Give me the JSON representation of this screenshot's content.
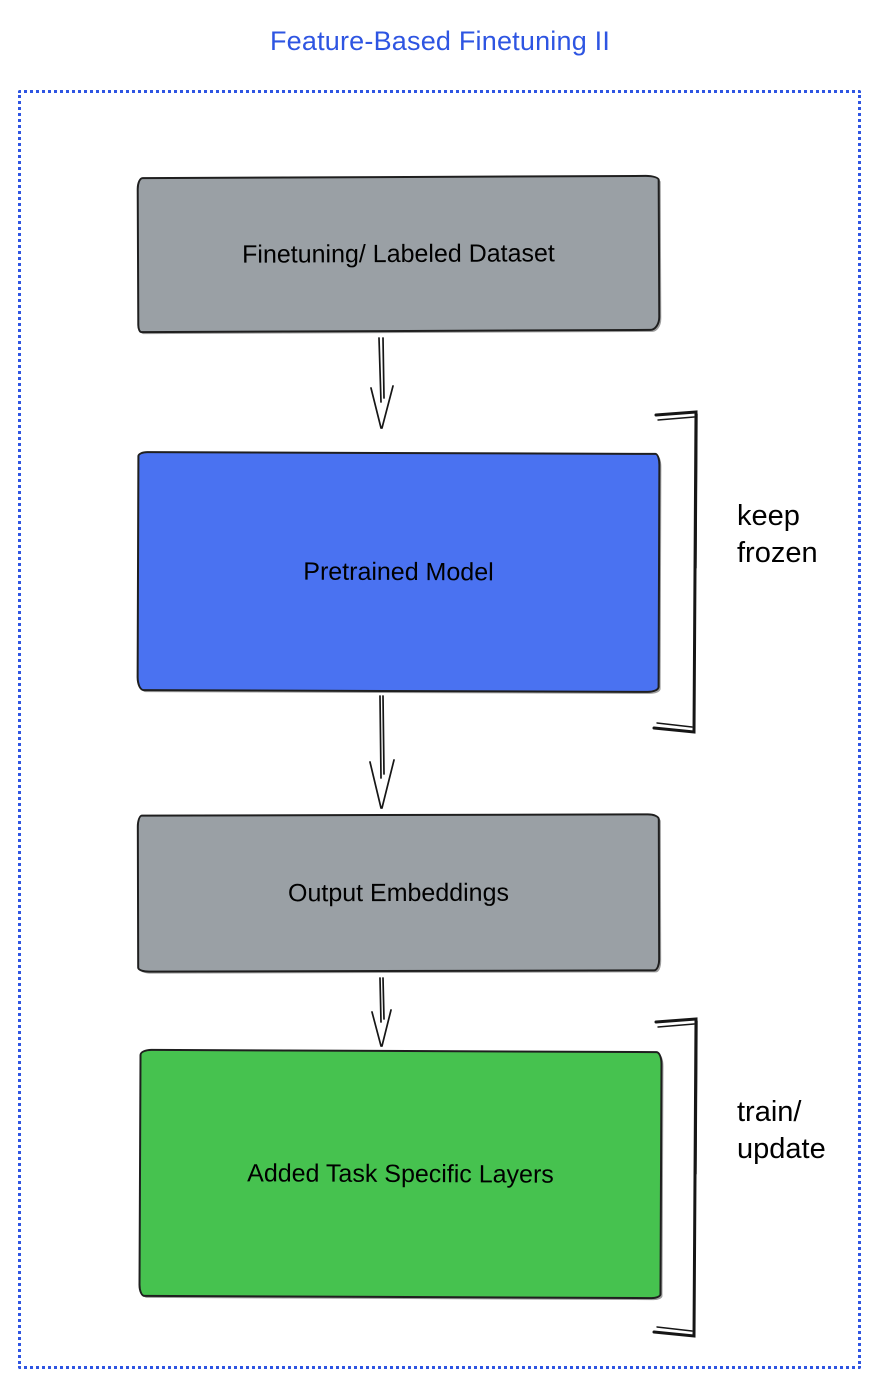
{
  "title": "Feature-Based Finetuning II",
  "colors": {
    "accent": "#2e55e2",
    "ink": "#161616",
    "box_gray": "#9aa0a5",
    "box_blue": "#4a72f1",
    "box_green": "#46c24f",
    "text": "#000000"
  },
  "boxes": {
    "dataset": {
      "label": "Finetuning/ Labeled Dataset",
      "color": "#9aa0a5"
    },
    "pretrained": {
      "label": "Pretrained Model",
      "color": "#4a72f1"
    },
    "embeddings": {
      "label": "Output Embeddings",
      "color": "#9aa0a5"
    },
    "task_layers": {
      "label": "Added Task Specific Layers",
      "color": "#46c24f"
    }
  },
  "annotations": {
    "keep_frozen": {
      "line1": "keep",
      "line2": "frozen"
    },
    "train_update": {
      "line1": "train/",
      "line2": "update"
    }
  }
}
